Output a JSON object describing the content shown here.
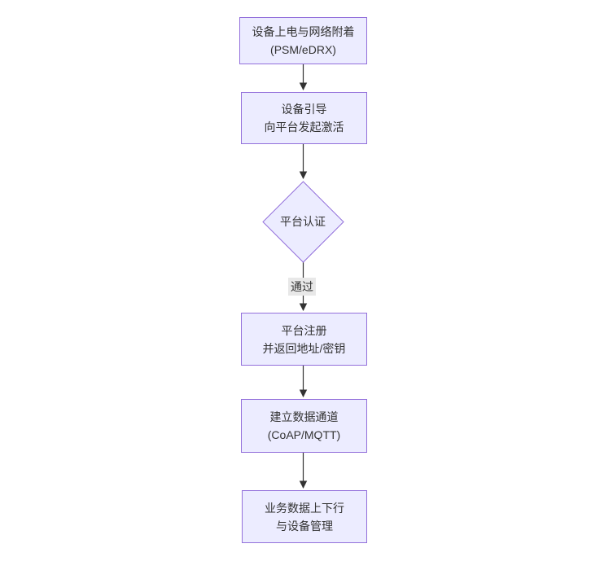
{
  "diagram": {
    "type": "flowchart-top-down",
    "colors": {
      "background": "#ffffff",
      "node_fill": "#ECECFF",
      "node_border": "#9370DB",
      "text": "#333333",
      "edge_line": "#333333",
      "edge_label_bg": "#e8e8e8"
    },
    "nodes": [
      {
        "id": "power-attach",
        "shape": "rect",
        "lines": [
          "设备上电与网络附着",
          "(PSM/eDRX)"
        ]
      },
      {
        "id": "bootstrap",
        "shape": "rect",
        "lines": [
          "设备引导",
          "向平台发起激活"
        ]
      },
      {
        "id": "auth-decision",
        "shape": "diamond",
        "label": "平台认证"
      },
      {
        "id": "register",
        "shape": "rect",
        "lines": [
          "平台注册",
          "并返回地址/密钥"
        ]
      },
      {
        "id": "data-channel",
        "shape": "rect",
        "lines": [
          "建立数据通道",
          "(CoAP/MQTT)"
        ]
      },
      {
        "id": "business",
        "shape": "rect",
        "lines": [
          "业务数据上下行",
          "与设备管理"
        ]
      }
    ],
    "edges": [
      {
        "from": "power-attach",
        "to": "bootstrap",
        "label": ""
      },
      {
        "from": "bootstrap",
        "to": "auth-decision",
        "label": ""
      },
      {
        "from": "auth-decision",
        "to": "register",
        "label": "通过"
      },
      {
        "from": "register",
        "to": "data-channel",
        "label": ""
      },
      {
        "from": "data-channel",
        "to": "business",
        "label": ""
      }
    ]
  }
}
